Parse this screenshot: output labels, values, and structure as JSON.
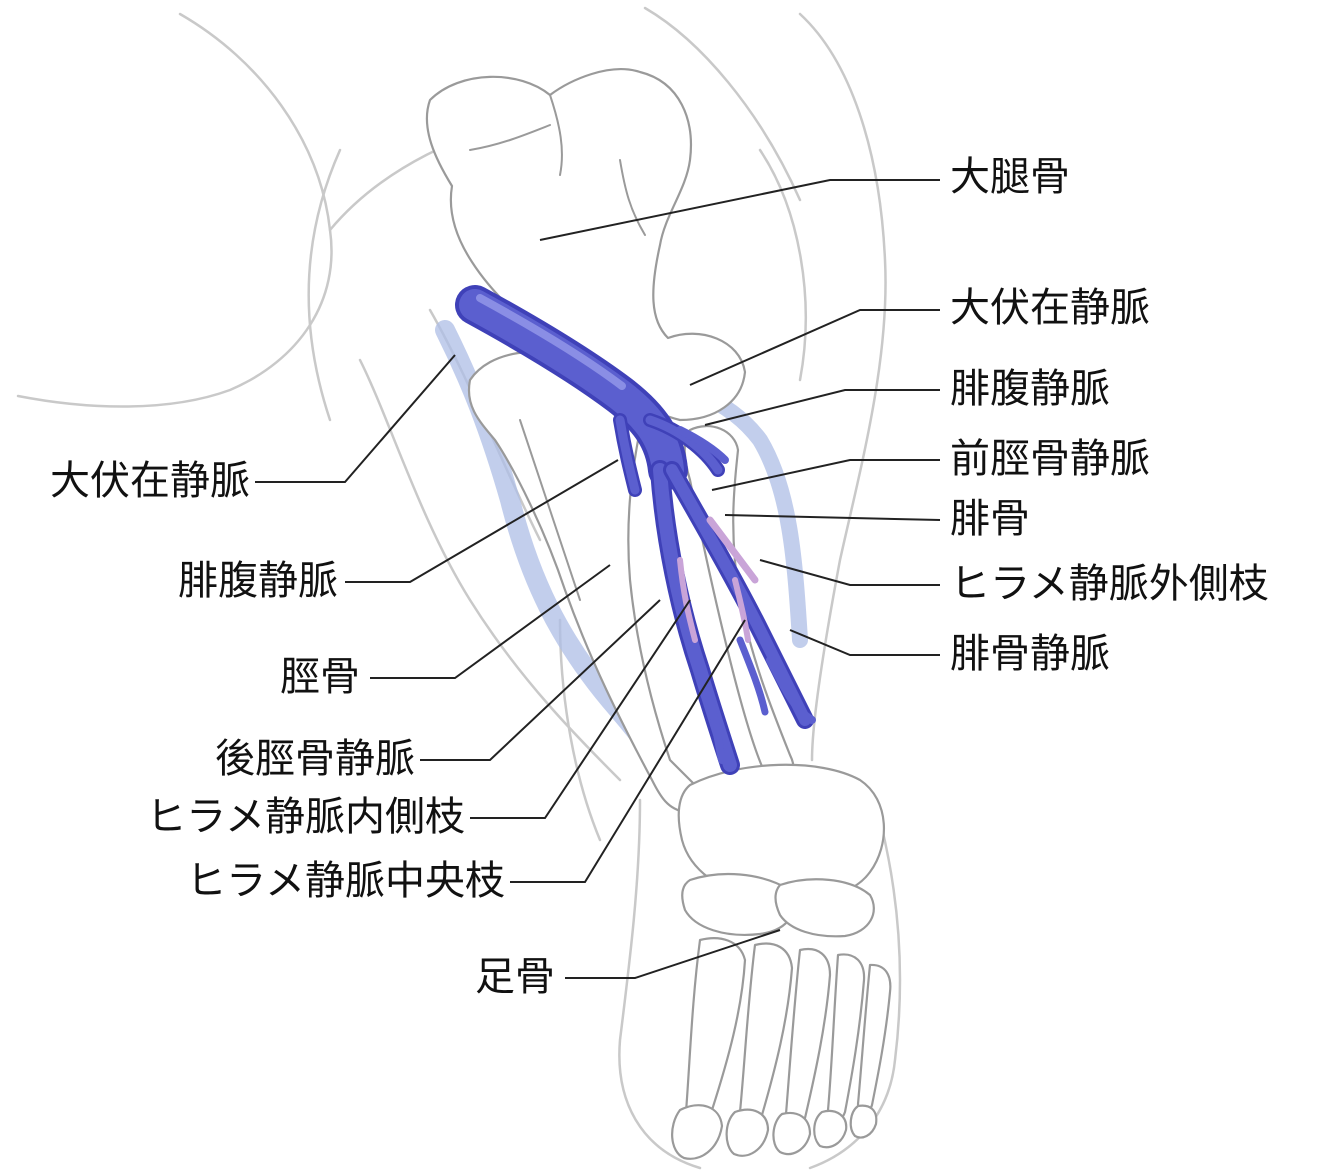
{
  "colors": {
    "vein_main": "#5b5fcf",
    "vein_dark": "#3f41b8",
    "vein_highlight": "#9ea2ee",
    "vein_faint": "#aebde6",
    "vein_pink": "#c9a4d8",
    "bone_outline": "#9a9a9a",
    "body_outline": "#c9c9c9",
    "leader_line": "#222222",
    "text": "#111111"
  },
  "labels": {
    "femur": "大腿骨",
    "great_saphenous_vein_right": "大伏在静脈",
    "sural_vein_right": "腓腹静脈",
    "anterior_tibial_vein": "前脛骨静脈",
    "fibula": "腓骨",
    "soleal_vein_lateral_branch": "ヒラメ静脈外側枝",
    "fibular_vein": "腓骨静脈",
    "great_saphenous_vein_left": "大伏在静脈",
    "sural_vein_left": "腓腹静脈",
    "tibia": "脛骨",
    "posterior_tibial_vein": "後脛骨静脈",
    "soleal_vein_medial_branch": "ヒラメ静脈内側枝",
    "soleal_vein_central_branch": "ヒラメ静脈中央枝",
    "foot_bones": "足骨"
  }
}
